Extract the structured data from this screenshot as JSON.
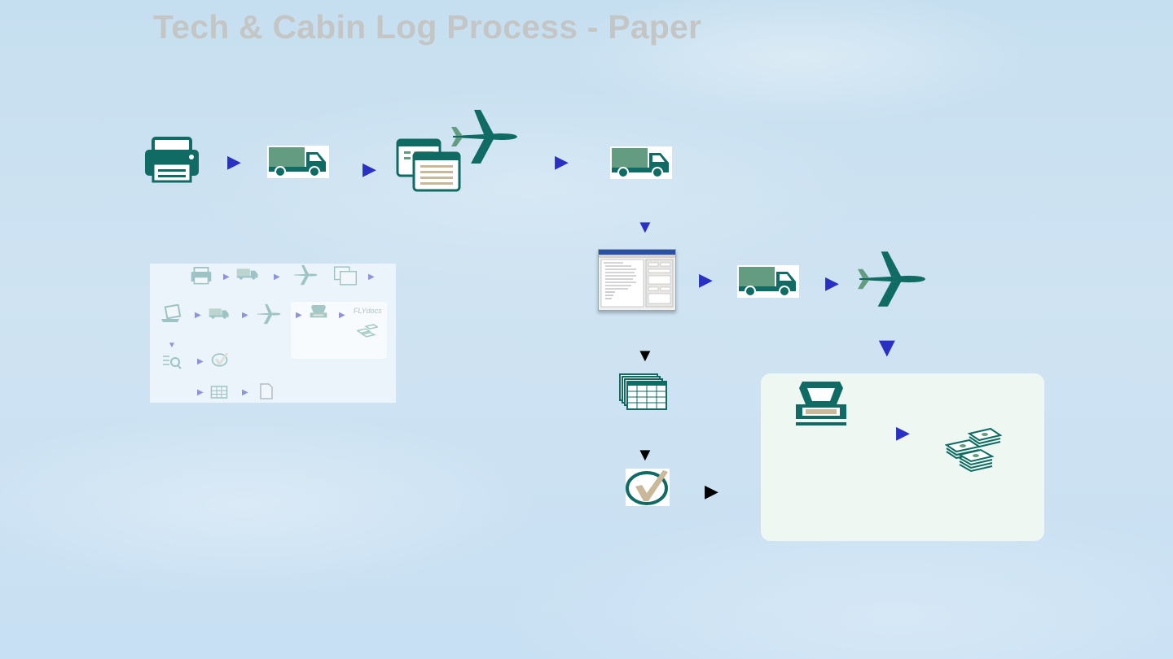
{
  "title": "Tech & Cabin Log Process - Paper",
  "inset_logo_text": "FLYdocs",
  "colors": {
    "icon_teal": "#0f6b63",
    "truck_body": "#639c80",
    "arrow_blue": "#2b30c4",
    "arrow_black": "#000000",
    "title_gray": "#c4c6c6",
    "panel_bg": "#eef7f2"
  },
  "nodes": [
    {
      "id": "printer",
      "icon": "printer-icon"
    },
    {
      "id": "truck-1",
      "icon": "truck-icon"
    },
    {
      "id": "log-forms",
      "icon": "forms-icon"
    },
    {
      "id": "aircraft-1",
      "icon": "airplane-icon"
    },
    {
      "id": "truck-2",
      "icon": "truck-icon"
    },
    {
      "id": "system-screen",
      "icon": "software-screenshot"
    },
    {
      "id": "truck-3",
      "icon": "truck-icon"
    },
    {
      "id": "aircraft-2",
      "icon": "airplane-icon"
    },
    {
      "id": "spreadsheets",
      "icon": "spreadsheet-stack-icon"
    },
    {
      "id": "approval",
      "icon": "checkmark-icon"
    },
    {
      "id": "scanner",
      "icon": "scanner-icon"
    },
    {
      "id": "archive",
      "icon": "document-stack-icon"
    }
  ]
}
